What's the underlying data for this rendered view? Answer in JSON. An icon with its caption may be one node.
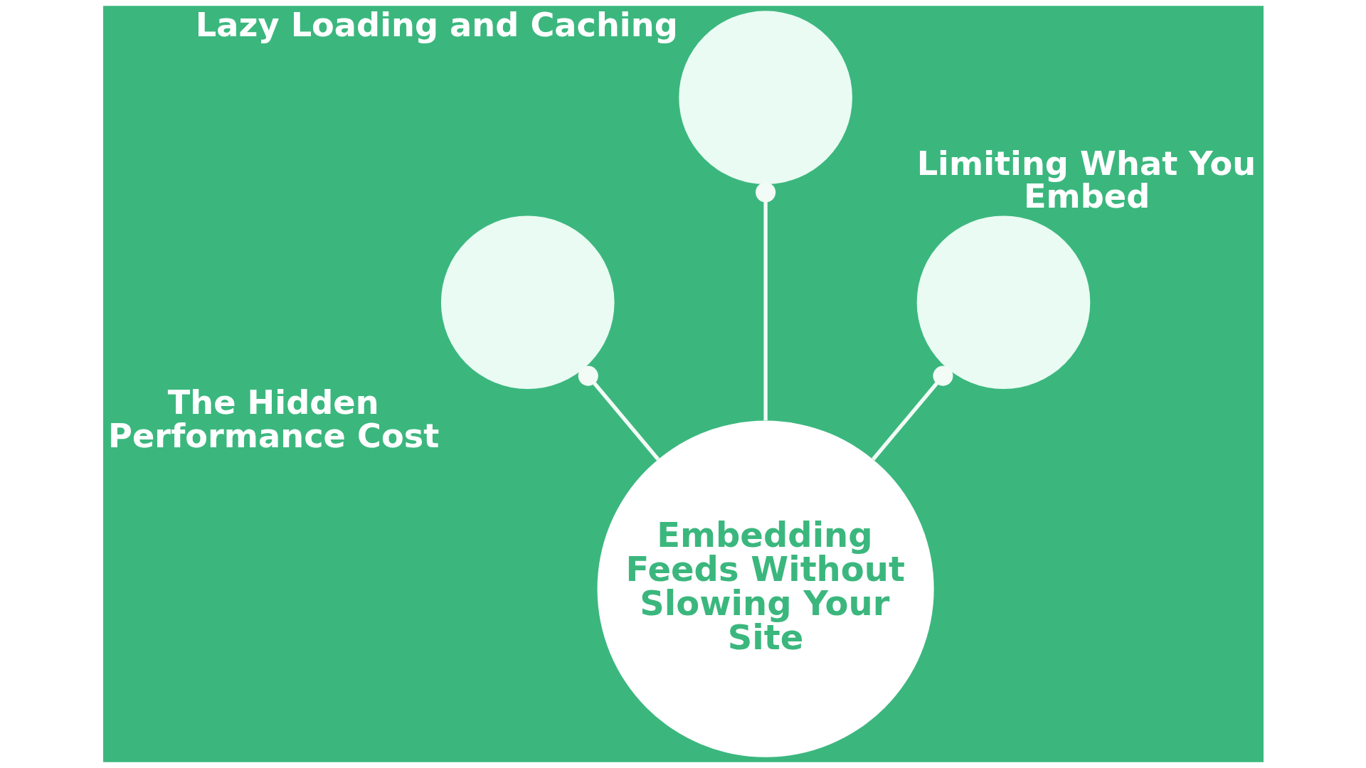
{
  "diagram": {
    "nodes": [
      {
        "text": [
          "Lazy Loading and Caching"
        ]
      },
      {
        "text": [
          "The Hidden Performance Cost"
        ]
      },
      {
        "text": [
          "Limiting What You Embed"
        ]
      },
      {
        "text": [
          "Embedding Feeds Without Slowing Your Site"
        ]
      }
    ],
    "edges": [
      {
        "from": 3,
        "to": 1,
        "arrow": "other"
      },
      {
        "from": 3,
        "to": 0,
        "arrow": "other"
      },
      {
        "from": 3,
        "to": 2,
        "arrow": "other"
      }
    ]
  }
}
